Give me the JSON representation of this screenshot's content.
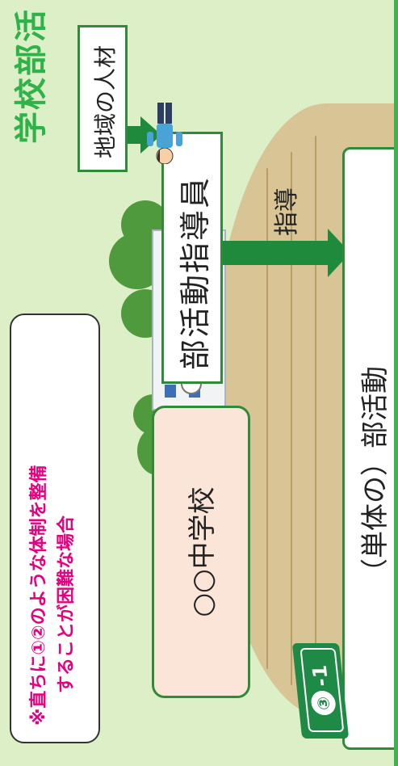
{
  "title": "学校部活",
  "note": {
    "line1": "※直ちに①②のような体制を整備",
    "line2": "することが困難な場合"
  },
  "school": {
    "label": "○○中学校"
  },
  "club": {
    "label": "（単体の）部活動"
  },
  "badge": {
    "number": "③",
    "suffix": "-1"
  },
  "instructor": {
    "label": "部活動指導員"
  },
  "local": {
    "label": "地域の人材"
  },
  "arrow_label": "指導",
  "icons": [
    "instructor-person-icon",
    "school-building-icon"
  ],
  "colors": {
    "background": "#dcefc6",
    "accent_green": "#2f8a3a",
    "note_text": "#e4007f",
    "title_green": "#2fb24a",
    "school_fill": "#fbe4d8"
  }
}
